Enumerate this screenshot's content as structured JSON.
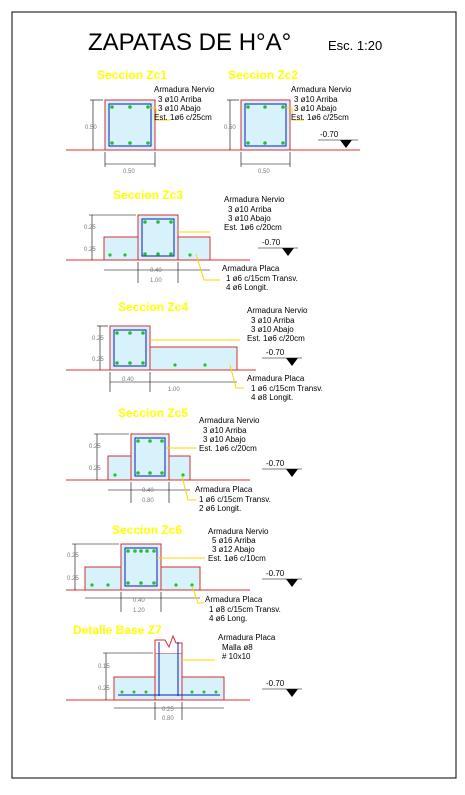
{
  "title": "ZAPATAS DE H°A°",
  "scale": "Esc. 1:20",
  "level": "-0.70",
  "sections": {
    "zc1": {
      "label": "Seccion Zc1",
      "nervio": [
        "Armadura Nervio",
        "3 ø10 Arriba",
        "3 ø10 Abajo",
        "Est. 1ø6 c/25cm"
      ]
    },
    "zc2": {
      "label": "Seccion Zc2",
      "nervio": [
        "Armadura Nervio",
        "3 ø10 Arriba",
        "3 ø10 Abajo",
        "Est. 1ø6 c/25cm"
      ]
    },
    "zc3": {
      "label": "Seccion Zc3",
      "nervio": [
        "Armadura Nervio",
        "3 ø10 Arriba",
        "3 ø10 Abajo",
        "Est. 1ø6 c/20cm"
      ],
      "placa": [
        "Armadura Placa",
        "1 ø6 c/15cm Transv.",
        "4 ø6 Longit."
      ]
    },
    "zc4": {
      "label": "Seccion Zc4",
      "nervio": [
        "Armadura Nervio",
        "3 ø10 Arriba",
        "3 ø10 Abajo",
        "Est. 1ø6 c/20cm"
      ],
      "placa": [
        "Armadura Placa",
        "1 ø6 c/15cm Transv.",
        "4 ø8 Longit."
      ]
    },
    "zc5": {
      "label": "Seccion Zc5",
      "nervio": [
        "Armadura Nervio",
        "3 ø10 Arriba",
        "3 ø10 Abajo",
        "Est. 1ø6 c/20cm"
      ],
      "placa": [
        "Armadura Placa",
        "1 ø6 c/15cm Transv.",
        "2 ø6 Longit."
      ]
    },
    "zc6": {
      "label": "Seccion Zc6",
      "nervio": [
        "Armadura Nervio",
        "5 ø16 Arriba",
        "3 ø12 Abajo",
        "Est. 1ø6 c/10cm"
      ],
      "placa": [
        "Armadura Placa",
        "1 ø8 c/15cm Transv.",
        "4 ø6 Long."
      ]
    },
    "z7": {
      "label": "Detalle Base Z7",
      "placa": [
        "Armadura Placa",
        "Malla ø8",
        "# 10x10"
      ]
    }
  },
  "colors": {
    "label": "#ffff00",
    "outline": "#d03030",
    "rebar": "#0c1fb0",
    "concrete": "#d8f2fb",
    "leader": "#ffd400"
  }
}
